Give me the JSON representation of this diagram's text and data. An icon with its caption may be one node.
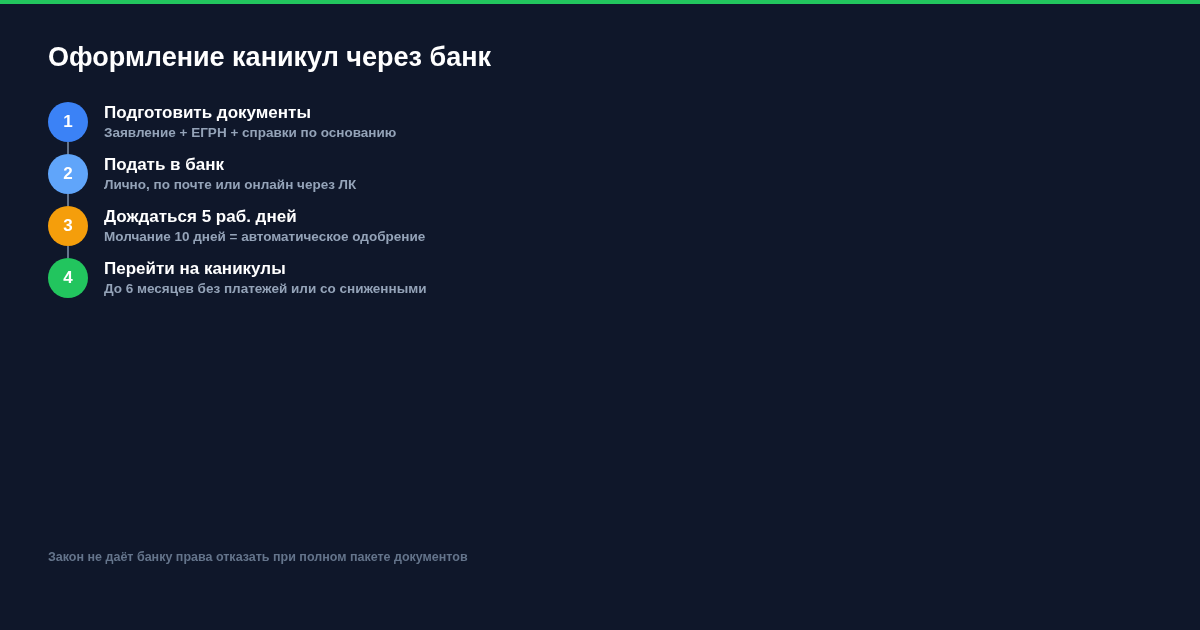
{
  "diagram": {
    "title": "Оформление каникул через банк",
    "caption": "Закон не даёт банку права отказать при полном пакете документов",
    "nodes": [
      {
        "text": [
          "1"
        ],
        "beside": [
          "Подготовить документы",
          "Заявление + ЕГРН + справки по основанию"
        ]
      },
      {
        "text": [
          "2"
        ],
        "beside": [
          "Подать в банк",
          "Лично, по почте или онлайн через ЛК"
        ]
      },
      {
        "text": [
          "3"
        ],
        "beside": [
          "Дождаться 5 раб. дней",
          "Молчание 10 дней = автоматическое одобрение"
        ]
      },
      {
        "text": [
          "4"
        ],
        "beside": [
          "Перейти на каникулы",
          "До 6 месяцев без платежей или со сниженными"
        ]
      }
    ],
    "edges": [
      {
        "from": 0,
        "to": 1,
        "arrow": "none"
      },
      {
        "from": 1,
        "to": 2,
        "arrow": "none"
      },
      {
        "from": 2,
        "to": 3,
        "arrow": "none"
      }
    ]
  }
}
